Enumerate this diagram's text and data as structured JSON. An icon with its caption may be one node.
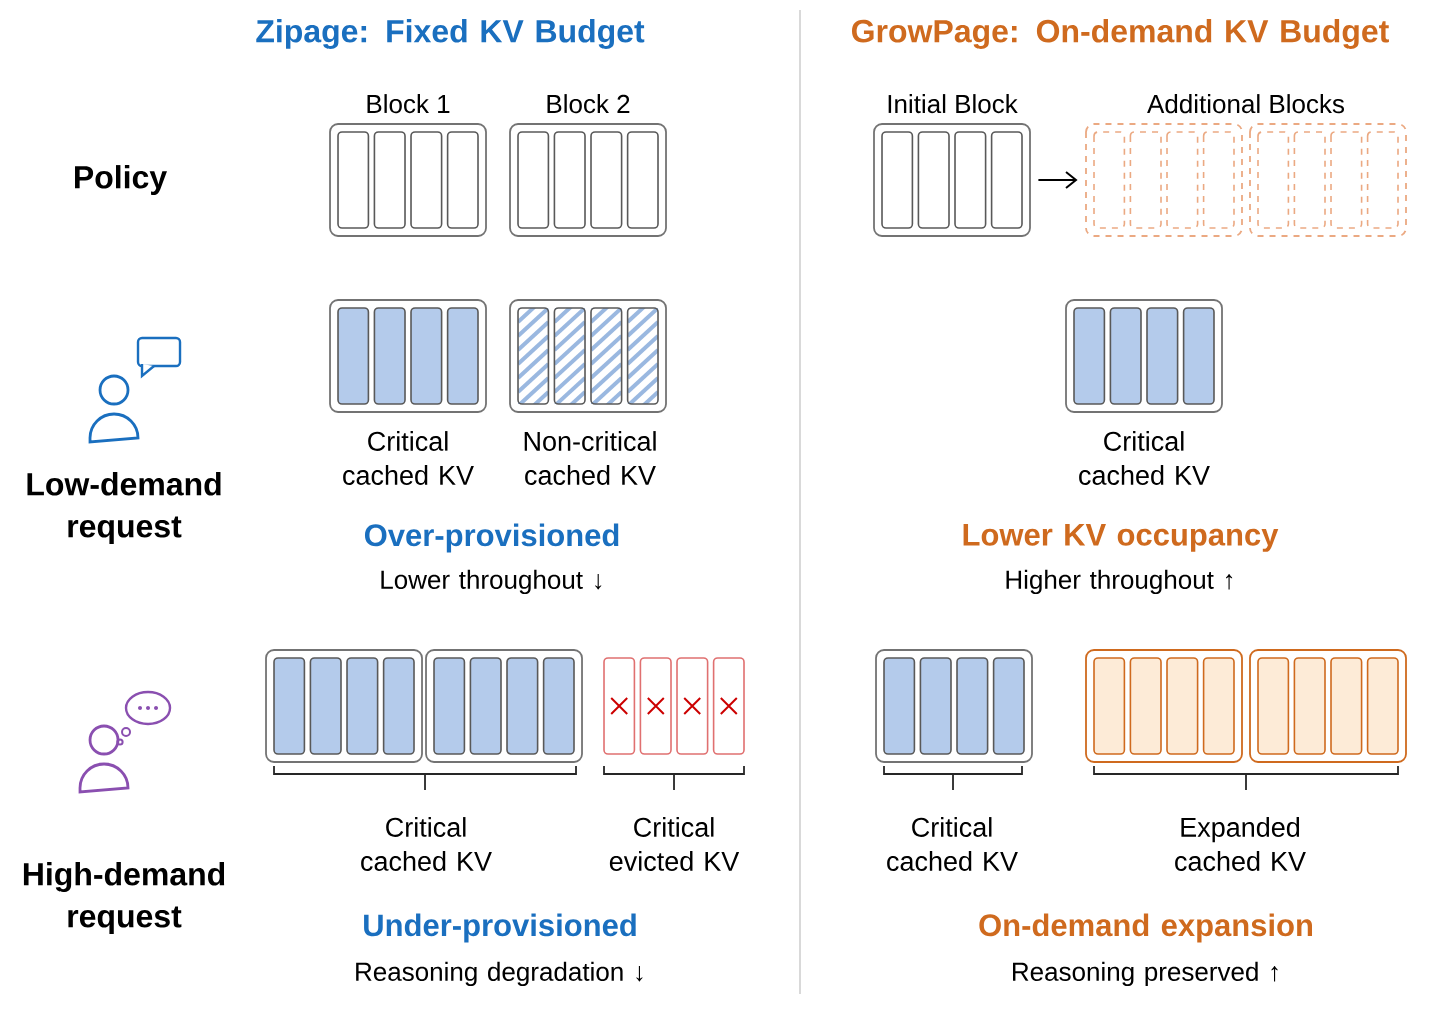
{
  "diagram": {
    "nodes": [
      {
        "text": [
          "Block 1"
        ]
      },
      {
        "text": [
          "Block 2"
        ]
      },
      {
        "text": [
          "Initial Block"
        ]
      },
      {
        "text": [
          "Additional Blocks"
        ]
      },
      {
        "text": [],
        "shape": "box"
      },
      {
        "text": [],
        "shape": "box"
      },
      {
        "text": [],
        "shape": "box"
      },
      {
        "text": [],
        "shape": "box"
      },
      {
        "text": [],
        "shape": "box"
      },
      {
        "text": [],
        "shape": "box"
      },
      {
        "text": [],
        "shape": "box"
      },
      {
        "text": [],
        "shape": "box"
      }
    ],
    "edges": [
      {
        "from": 2,
        "to": 3,
        "arrow": "to"
      }
    ],
    "labels": [
      "Zipage: Fixed KV Budget",
      "GrowPage: On-demand KV Budget",
      "Policy",
      "Low-demand request",
      "Critical cached KV",
      "Non-critical cached KV",
      "Critical cached KV",
      "Over-provisioned",
      "Lower throughout ↓",
      "Lower KV occupancy",
      "Higher throughout ↑",
      "High-demand request",
      "Critical cached KV",
      "Critical evicted KV",
      "Critical cached KV",
      "Expanded cached KV",
      "Under-provisioned",
      "Reasoning degradation ↓",
      "On-demand expansion",
      "Reasoning preserved ↑"
    ]
  }
}
